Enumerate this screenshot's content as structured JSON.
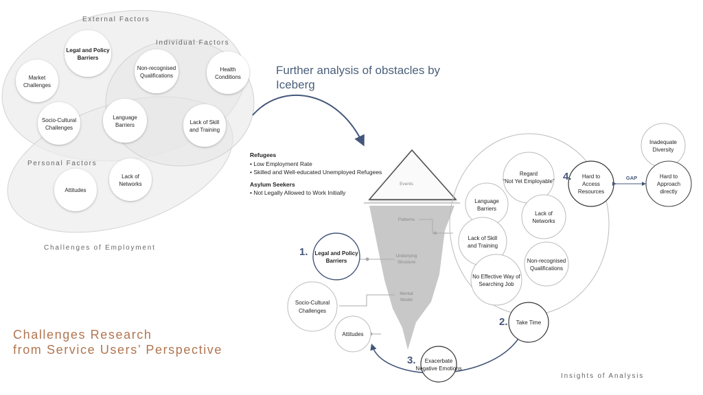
{
  "left_diagram": {
    "external_label": "External Factors",
    "individual_label": "Individual Factors",
    "personal_label": "Personal Factors",
    "caption": "Challenges of Employment",
    "circles": {
      "legal": [
        "Legal and Policy",
        "Barriers"
      ],
      "market": [
        "Market",
        "Challenges"
      ],
      "nonrec": [
        "Non-recognised",
        "Qualifications"
      ],
      "health": [
        "Health",
        "Conditions"
      ],
      "socio": [
        "Socio-Cultural",
        "Challenges"
      ],
      "language": [
        "Language",
        "Barriers"
      ],
      "skill": [
        "Lack of Skill",
        "and Training"
      ],
      "attitudes": [
        "Attitudes"
      ],
      "networks": [
        "Lack of",
        "Networks"
      ]
    }
  },
  "further_text": "Further analysis of obstacles by Iceberg",
  "list": {
    "refugees_heading": "Refugees",
    "refugees_items": [
      "• Low Employment Rate",
      "• Skilled and Well-educated Unemployed Refugees"
    ],
    "asylum_heading": "Asylum Seekers",
    "asylum_items": [
      "• Not Legally Allowed to Work Initially"
    ]
  },
  "iceberg": {
    "events": "Events",
    "patterns": "Patterns",
    "underlying": [
      "Underlying",
      "Structure"
    ],
    "mental": [
      "Mental",
      "Model"
    ]
  },
  "right_diagram": {
    "legal": [
      "Legal and Policy",
      "Barriers"
    ],
    "socio": [
      "Socio-Cultural",
      "Challenges"
    ],
    "attitudes": [
      "Attitudes"
    ],
    "exacerbate": [
      "Exacerbate",
      "Negative Emotions"
    ],
    "take_time": [
      "Take Time"
    ],
    "regard": [
      "Regard",
      "“Not Yet Employable”"
    ],
    "language": [
      "Language",
      "Barriers"
    ],
    "networks": [
      "Lack of",
      "Networks"
    ],
    "skill": [
      "Lack of Skill",
      "and Training"
    ],
    "nonrec": [
      "Non-recognised",
      "Qualifications"
    ],
    "searching": [
      "No Effective Way of",
      "Searching Job"
    ],
    "hard_access": [
      "Hard to",
      "Access",
      "Resources"
    ],
    "inadequate": [
      "Inadequate",
      "Diversity"
    ],
    "hard_approach": [
      "Hard to",
      "Approach",
      "directly"
    ],
    "gap": "GAP",
    "numbers": [
      "1.",
      "2.",
      "3.",
      "4."
    ]
  },
  "bottom_left": [
    "Challenges Research",
    "from Service Users’ Perspective"
  ],
  "insights_caption": "Insights of Analysis"
}
